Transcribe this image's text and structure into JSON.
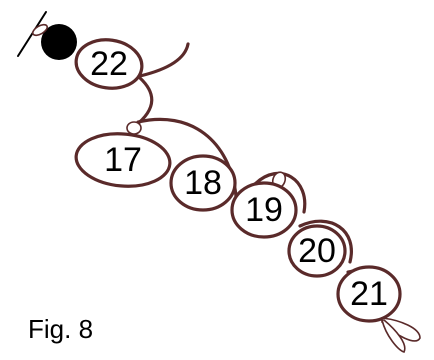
{
  "figure": {
    "caption": "Fig. 8",
    "stitch_labels": [
      "22",
      "17",
      "18",
      "19",
      "20",
      "21"
    ]
  },
  "colors": {
    "thread": "#5a2a2a",
    "needle_end": "#000000",
    "text": "#000000"
  }
}
